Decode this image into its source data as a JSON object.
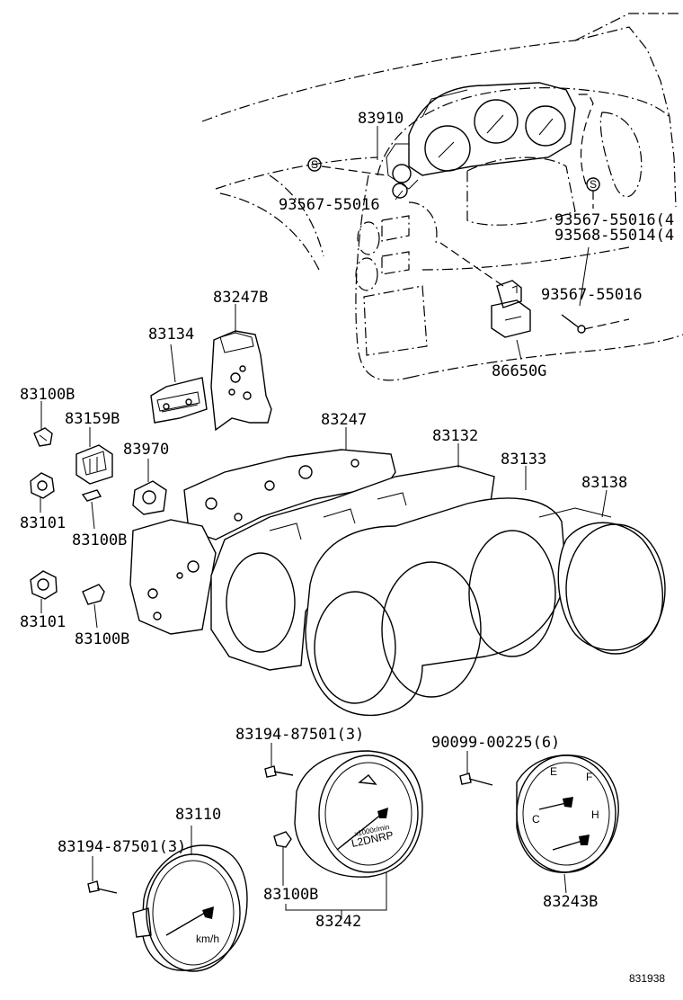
{
  "diagram": {
    "drawing_number": "831938",
    "labels": {
      "p83910": "83910",
      "p93567_55016_left": "93567-55016",
      "p93567_55016_right": "93567-55016(4",
      "p93568_55014": "93568-55014(4",
      "p93567_55016_bracket": "93567-55016",
      "p86650G": "86650G",
      "p83247B": "83247B",
      "p83134": "83134",
      "p83100B_top": "83100B",
      "p83159B": "83159B",
      "p83970": "83970",
      "p83247": "83247",
      "p83132": "83132",
      "p83133": "83133",
      "p83138": "83138",
      "p83101_top": "83101",
      "p83100B_mid": "83100B",
      "p83101_bottom": "83101",
      "p83100B_bottom": "83100B",
      "p83194_87501_center": "83194-87501(3)",
      "p90099_00225": "90099-00225(6)",
      "p83110": "83110",
      "p83194_87501_left": "83194-87501(3)",
      "p83100B_lower": "83100B",
      "p83242": "83242",
      "p83243B": "83243B"
    },
    "gauge_text": {
      "kmh": "km/h",
      "rpm_a": "L2DNRP",
      "rpm_b": "x1000r/min",
      "fuel_e": "E",
      "fuel_f": "F",
      "temp_h": "H",
      "temp_c": "C"
    }
  }
}
